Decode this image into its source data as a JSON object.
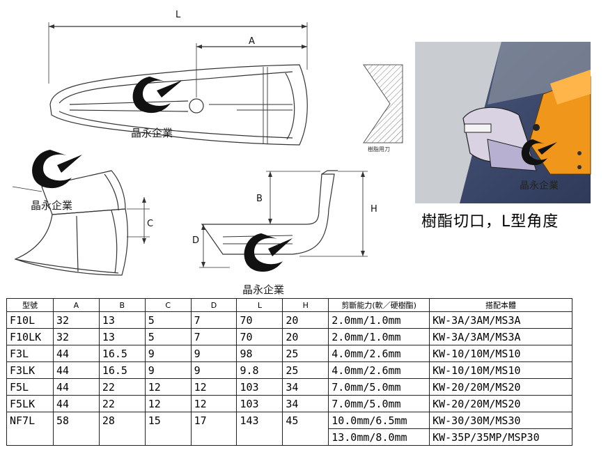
{
  "dimension_labels": {
    "L": "L",
    "A": "A",
    "B": "B",
    "C": "C",
    "D": "D",
    "H": "H"
  },
  "watermark_text": "晶永企業",
  "small_blade_label": "樹脂用刀",
  "caption": "樹酯切口，L型角度",
  "table": {
    "headers": [
      "型號",
      "A",
      "B",
      "C",
      "D",
      "L",
      "H",
      "剪斷能力(軟／硬樹酯)",
      "搭配本體"
    ],
    "rows": [
      [
        "F10L",
        "32",
        "13",
        "5",
        "7",
        "70",
        "20",
        "2.0mm/1.0mm",
        "KW-3A/3AM/MS3A"
      ],
      [
        "F10LK",
        "32",
        "13",
        "5",
        "7",
        "70",
        "20",
        "2.0mm/1.0mm",
        "KW-3A/3AM/MS3A"
      ],
      [
        "F3L",
        "44",
        "16.5",
        "9",
        "9",
        "98",
        "25",
        "4.0mm/2.6mm",
        "KW-10/10M/MS10"
      ],
      [
        "F3LK",
        "44",
        "16.5",
        "9",
        "9",
        "9.8",
        "25",
        "4.0mm/2.6mm",
        "KW-10/10M/MS10"
      ],
      [
        "F5L",
        "44",
        "22",
        "12",
        "12",
        "103",
        "34",
        "7.0mm/5.0mm",
        "KW-20/20M/MS20"
      ],
      [
        "F5LK",
        "44",
        "22",
        "12",
        "12",
        "103",
        "34",
        "7.0mm/5.0mm",
        "KW-20/20M/MS20"
      ],
      [
        "NF7L",
        "58",
        "28",
        "15",
        "17",
        "143",
        "45",
        "10.0mm/6.5mm",
        "KW-30/30M/MS30"
      ],
      [
        "",
        "",
        "",
        "",
        "",
        "",
        "",
        "13.0mm/8.0mm",
        "KW-35P/35MP/MSP30"
      ]
    ]
  }
}
